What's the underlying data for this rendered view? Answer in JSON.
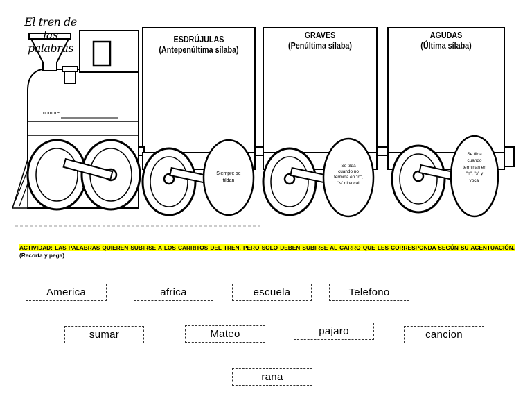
{
  "worksheet": {
    "title": "El tren de las palabras",
    "name_label": "nombre:"
  },
  "cars": [
    {
      "name": "ESDRÚJULAS",
      "subtitle": "(Antepenúltima sílaba)",
      "rule": "Siempre se tildan"
    },
    {
      "name": "GRAVES",
      "subtitle": "(Penúltima sílaba)",
      "rule": "Se tilda cuando no termina en \"n\", \"s\" ni vocal"
    },
    {
      "name": "AGUDAS",
      "subtitle": "(Última sílaba)",
      "rule": "Se tilda cuando terminan en \"n\", \"s\" y vocal"
    }
  ],
  "activity": {
    "text": "ACTIVIDAD: LAS PALABRAS QUIEREN SUBIRSE A LOS CARRITOS DEL TREN, PERO SOLO DEBEN SUBIRSE AL CARRO QUE LES CORRESPONDA SEGÚN SU ACENTUACIÓN.",
    "note": "(Recorta y pega)"
  },
  "words": [
    "America",
    "africa",
    "escuela",
    "Telefono",
    "sumar",
    "Mateo",
    "pajaro",
    "cancion",
    "rana"
  ],
  "colors": {
    "highlight": "#ffff00",
    "ink": "#000000",
    "line": "#333333"
  }
}
